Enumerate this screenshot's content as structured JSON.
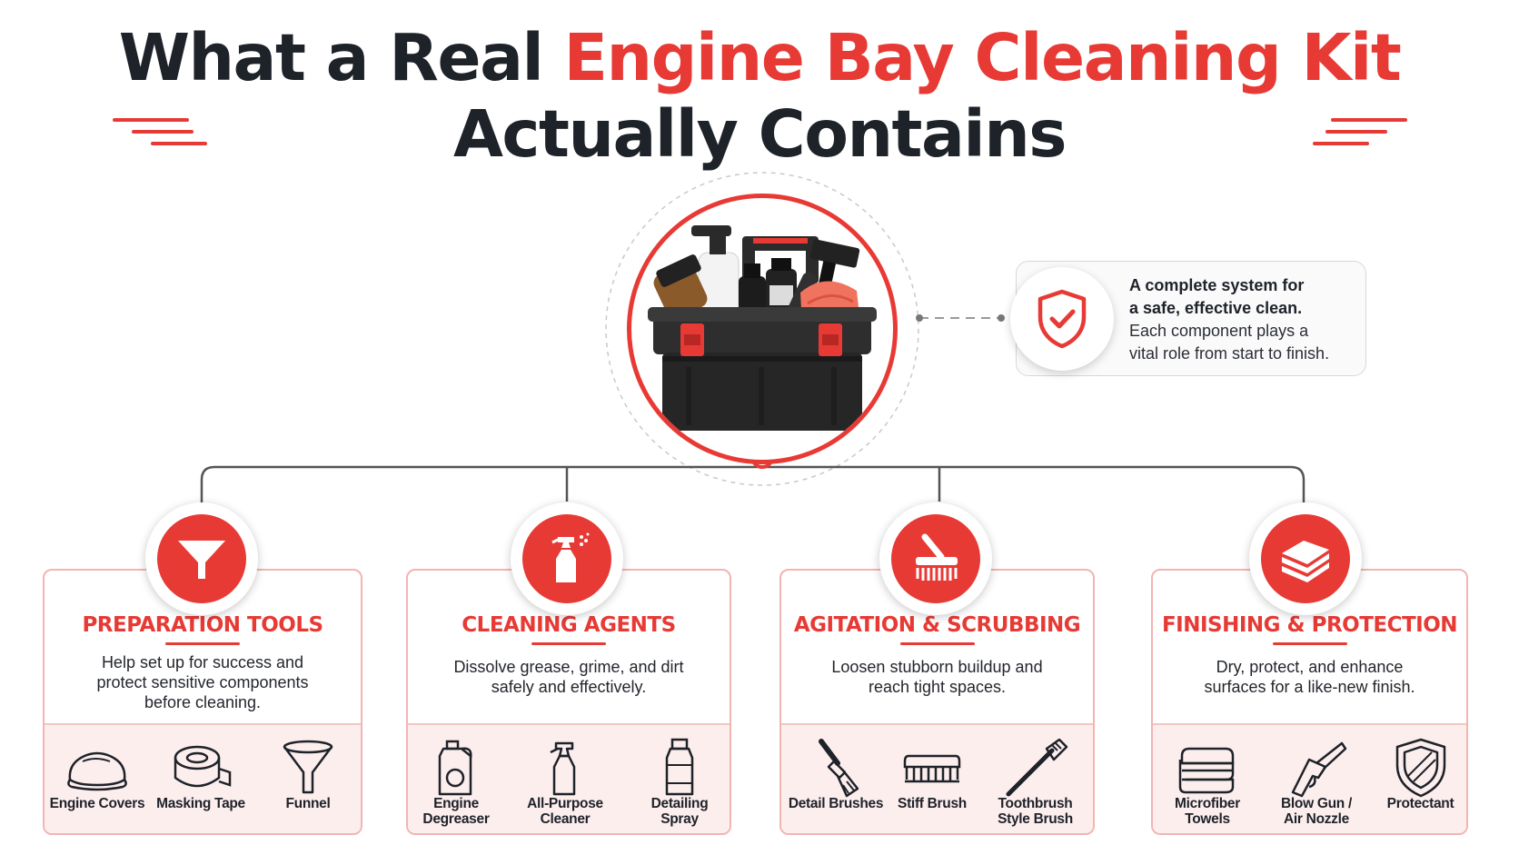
{
  "title": {
    "line1_dark": "What a Real ",
    "line1_red": "Engine Bay Cleaning Kit",
    "line2": "Actually Contains"
  },
  "hero": {
    "icon": "toolbox-icon"
  },
  "info": {
    "icon": "shield-check-icon",
    "headline_line1": "A complete system for",
    "headline_line2": "a safe, effective clean.",
    "body_line1": "Each component plays a",
    "body_line2": "vital role from start to finish."
  },
  "colors": {
    "accent": "#e83a35",
    "dark": "#1e2229",
    "card_border": "#f1b5b2",
    "card_footer": "#fdeeee"
  },
  "categories": [
    {
      "icon": "funnel-icon",
      "title": "PREPARATION TOOLS",
      "desc": [
        "Help set up for success and",
        "protect sensitive components",
        "before cleaning."
      ],
      "items": [
        {
          "label": "Engine Covers",
          "icon": "engine-cover-icon"
        },
        {
          "label": "Masking Tape",
          "icon": "tape-icon"
        },
        {
          "label": "Funnel",
          "icon": "funnel-icon"
        }
      ]
    },
    {
      "icon": "spray-bottle-icon",
      "title": "CLEANING AGENTS",
      "desc": [
        "Dissolve grease, grime, and dirt",
        "safely and effectively."
      ],
      "items": [
        {
          "label": "Engine\nDegreaser",
          "icon": "jug-icon"
        },
        {
          "label": "All-Purpose\nCleaner",
          "icon": "spray-bottle-icon"
        },
        {
          "label": "Detailing\nSpray",
          "icon": "bottle-icon"
        }
      ]
    },
    {
      "icon": "scrub-brush-icon",
      "title": "AGITATION & SCRUBBING",
      "desc": [
        "Loosen stubborn buildup and",
        "reach tight spaces."
      ],
      "items": [
        {
          "label": "Detail Brushes",
          "icon": "detail-brush-icon"
        },
        {
          "label": "Stiff Brush",
          "icon": "stiff-brush-icon"
        },
        {
          "label": "Toothbrush\nStyle Brush",
          "icon": "toothbrush-icon"
        }
      ]
    },
    {
      "icon": "towel-icon",
      "title": "FINISHING & PROTECTION",
      "desc": [
        "Dry, protect, and enhance",
        "surfaces for a like-new finish."
      ],
      "items": [
        {
          "label": "Microfiber\nTowels",
          "icon": "towel-icon"
        },
        {
          "label": "Blow Gun /\nAir Nozzle",
          "icon": "blow-gun-icon"
        },
        {
          "label": "Protectant",
          "icon": "shield-icon"
        }
      ]
    }
  ]
}
